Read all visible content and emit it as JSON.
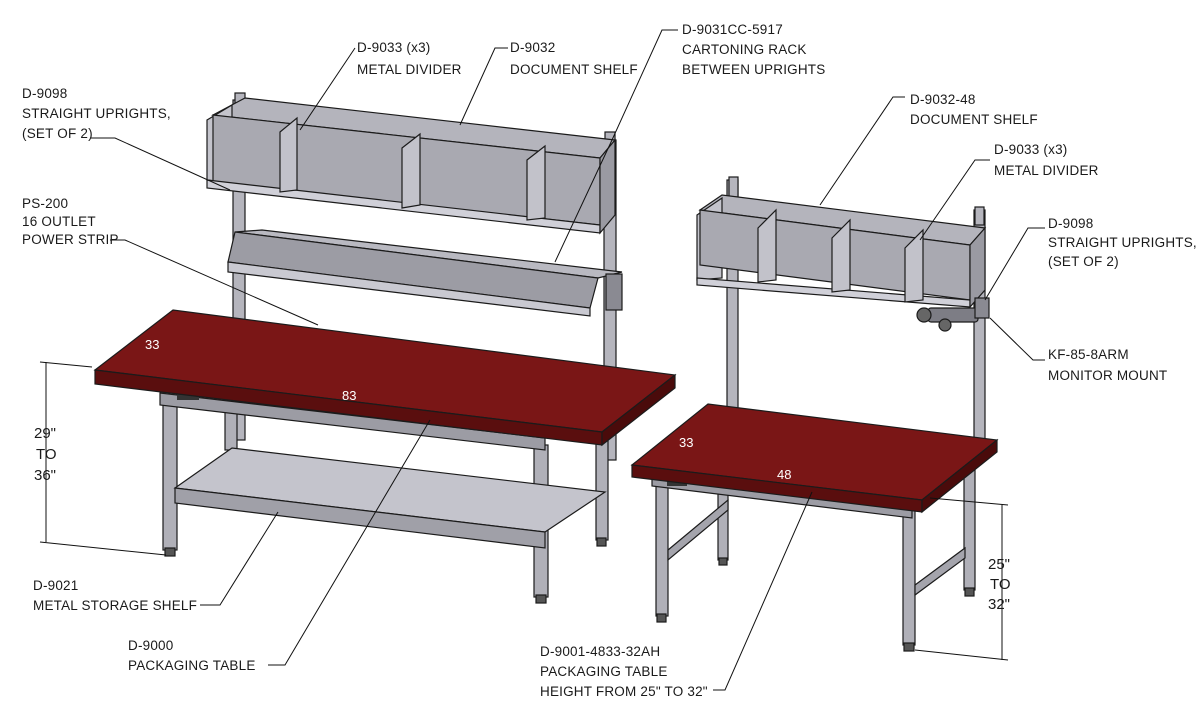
{
  "labels": {
    "d9098_left": [
      "D-9098",
      "STRAIGHT UPRIGHTS,",
      "(SET OF 2)"
    ],
    "d9033_left": [
      "D-9033 (x3)",
      "METAL DIVIDER"
    ],
    "d9032": [
      "D-9032",
      "DOCUMENT SHELF"
    ],
    "d9031cc": [
      "D-9031CC-5917",
      "CARTONING RACK",
      "BETWEEN UPRIGHTS"
    ],
    "ps200": [
      "PS-200",
      "16 OUTLET",
      "POWER STRIP"
    ],
    "d9032_48": [
      "D-9032-48",
      "DOCUMENT SHELF"
    ],
    "d9033_right": [
      "D-9033 (x3)",
      "METAL DIVIDER"
    ],
    "d9098_right": [
      "D-9098",
      "STRAIGHT UPRIGHTS,",
      "(SET OF 2)"
    ],
    "kf85": [
      "KF-85-8ARM",
      "MONITOR MOUNT"
    ],
    "d9021": [
      "D-9021",
      "METAL STORAGE SHELF"
    ],
    "d9000": [
      "D-9000",
      "PACKAGING TABLE"
    ],
    "d9001": [
      "D-9001-4833-32AH",
      "PACKAGING TABLE",
      "HEIGHT FROM 25\" TO 32\""
    ]
  },
  "dimensions": {
    "left_height": [
      "29\"",
      "TO",
      "36\""
    ],
    "right_height": [
      "25\"",
      "TO",
      "32\""
    ],
    "left_depth": "33",
    "left_width": "83",
    "right_depth": "33",
    "right_width": "48"
  },
  "colors": {
    "tabletop": "#7a1616",
    "tabletop_edge": "#5a0e0e",
    "metal_light": "#c9c9d1",
    "metal_mid": "#a6a6ae",
    "metal_dark": "#85858d"
  }
}
